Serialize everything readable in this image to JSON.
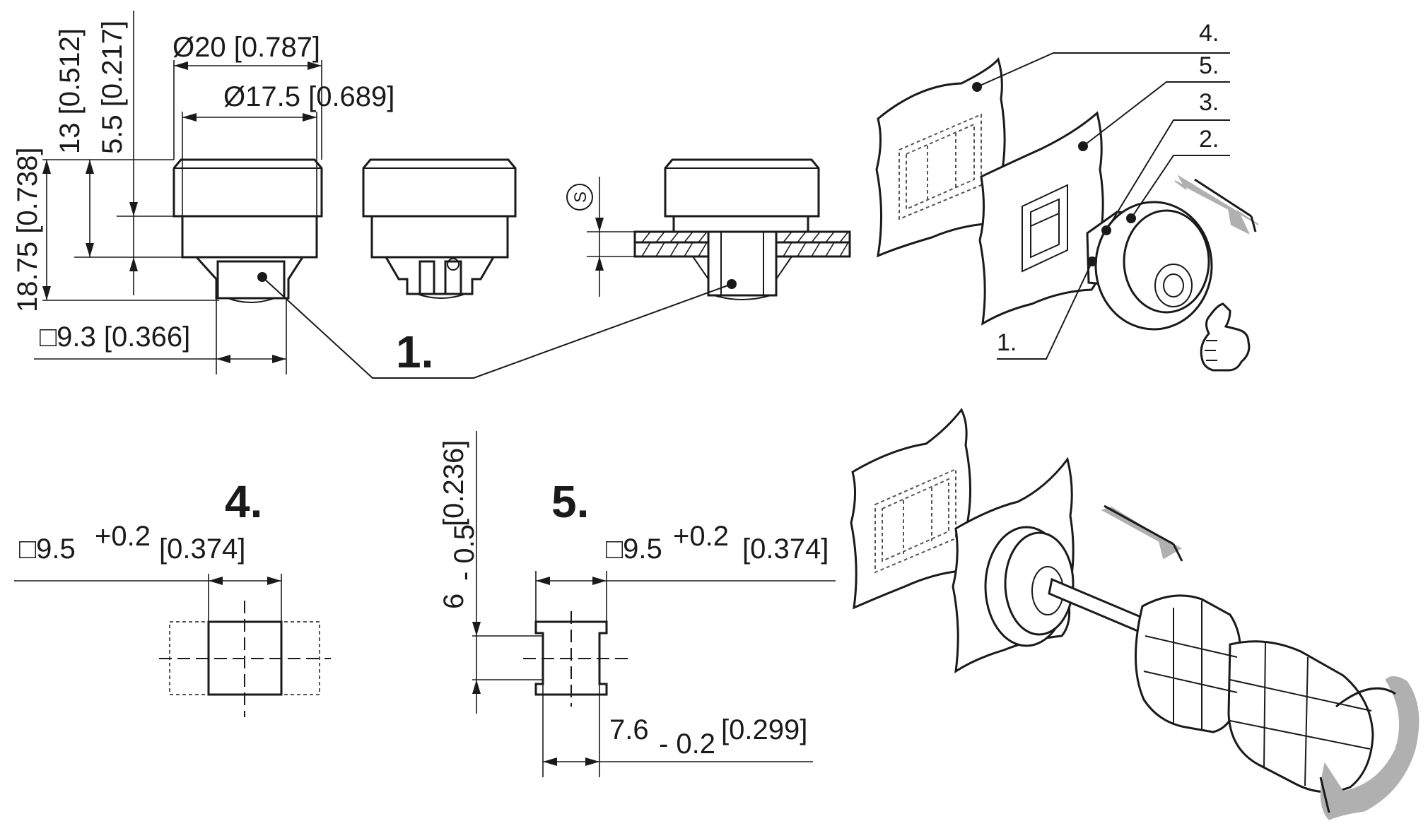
{
  "dimensions": {
    "dia_outer": "Ø20 [0.787]",
    "dia_inner": "Ø17.5 [0.689]",
    "height_total": "18.75 [0.738]",
    "height_13": "13 [0.512]",
    "height_5_5": "5.5 [0.217]",
    "square_base": "□9.3 [0.366]",
    "s_symbol": "S",
    "cutout4_nominal": "□9.5",
    "cutout4_tol": "+0.2",
    "cutout4_inch": "[0.374]",
    "cutout5_nominal": "□9.5",
    "cutout5_tol": "+0.2",
    "cutout5_inch": "[0.374]",
    "cutout5_width_nominal": "7.6",
    "cutout5_width_tol": "- 0.2",
    "cutout5_width_inch": "[0.299]",
    "cutout5_height_nominal": "6",
    "cutout5_height_tol": "- 0.5",
    "cutout5_height_inch": "[0.236]"
  },
  "labels": {
    "item1": "1.",
    "item4": "4.",
    "item5": "5."
  },
  "callouts": {
    "c4": "4.",
    "c5": "5.",
    "c3": "3.",
    "c2": "2.",
    "c1": "1."
  },
  "icons": [
    "thumbs-up-icon",
    "push-arrow-icon",
    "pull-arrow-icon",
    "rotate-arrow-icon",
    "screwdriver-icon"
  ]
}
